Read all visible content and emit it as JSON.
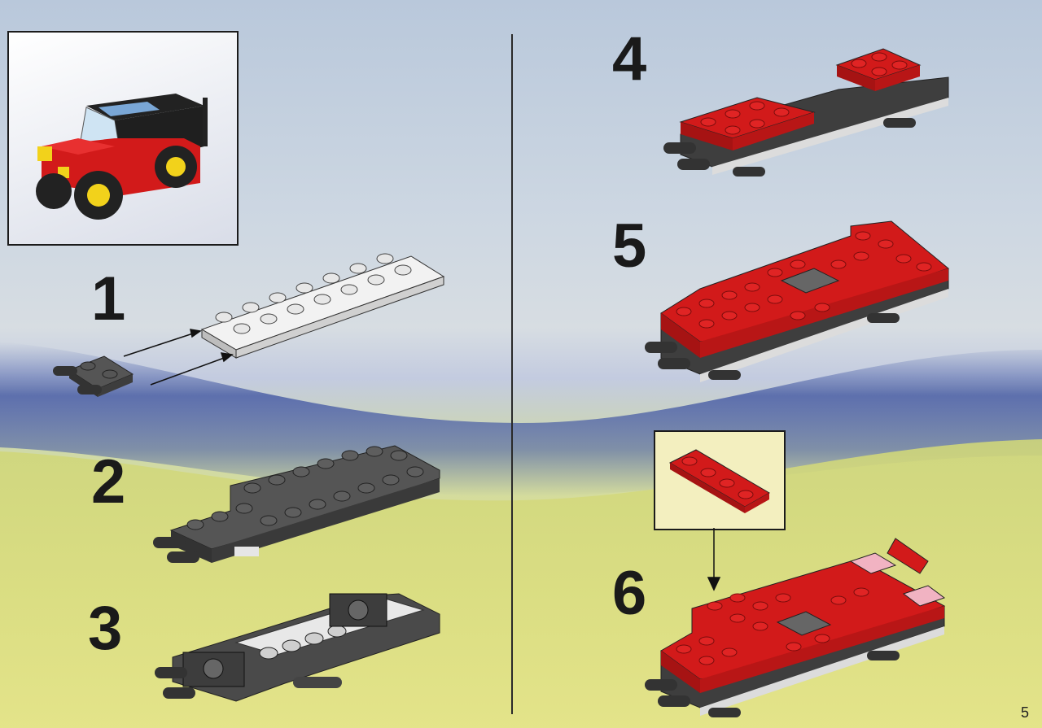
{
  "steps": [
    {
      "number": "1"
    },
    {
      "number": "2"
    },
    {
      "number": "3"
    },
    {
      "number": "4"
    },
    {
      "number": "5"
    },
    {
      "number": "6"
    }
  ],
  "page_number": "5",
  "colors": {
    "red_brick": "#d21a1a",
    "dark_gray_brick": "#4a4a4a",
    "light_gray_brick": "#e4e4e4",
    "wheel_yellow": "#f2d21b",
    "callout_bg": "#f3efbf"
  },
  "icons": [
    "arrow-icon",
    "down-arrow-icon"
  ]
}
